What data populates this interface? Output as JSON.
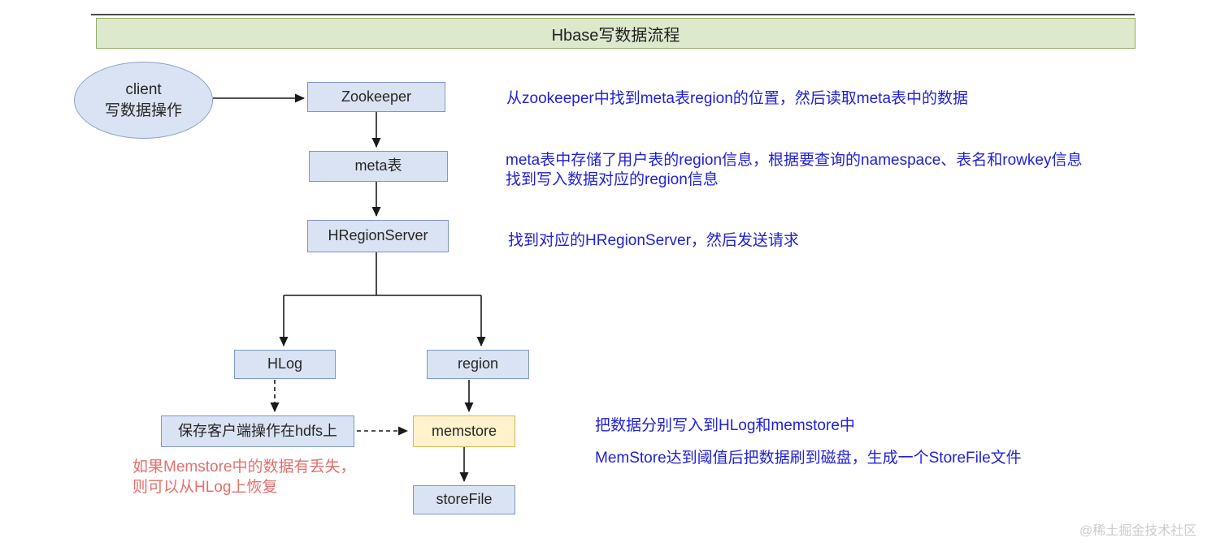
{
  "title": {
    "text": "Hbase写数据流程"
  },
  "nodes": {
    "client_line1": "client",
    "client_line2": "写数据操作",
    "zookeeper": "Zookeeper",
    "meta": "meta表",
    "hregionserver": "HRegionServer",
    "hlog": "HLog",
    "region": "region",
    "hdfs_save": "保存客户端操作在hdfs上",
    "memstore": "memstore",
    "storefile": "storeFile"
  },
  "annotations": {
    "zookeeper_note": "从zookeeper中找到meta表region的位置，然后读取meta表中的数据",
    "meta_note_line1": "meta表中存储了用户表的region信息，根据要查询的namespace、表名和rowkey信息",
    "meta_note_line2": "找到写入数据对应的region信息",
    "regionserver_note": "找到对应的HRegionServer，然后发送请求",
    "write_note": "把数据分别写入到HLog和memstore中",
    "flush_note": "MemStore达到阈值后把数据刷到磁盘，生成一个StoreFile文件",
    "recover_line1": "如果Memstore中的数据有丢失，",
    "recover_line2": "则可以从HLog上恢复"
  },
  "watermark": "@稀土掘金技术社区",
  "colors": {
    "node_fill": "#dae3f3",
    "node_border": "#7e96c8",
    "memstore_fill": "#fff2cc",
    "memstore_border": "#d6b656",
    "title_fill": "#dde9cd",
    "title_border": "#90ad64",
    "note_blue": "#2121d8",
    "note_red": "#e2706c",
    "arrow": "#1a1a1a",
    "watermark_gray": "#cccccc"
  }
}
